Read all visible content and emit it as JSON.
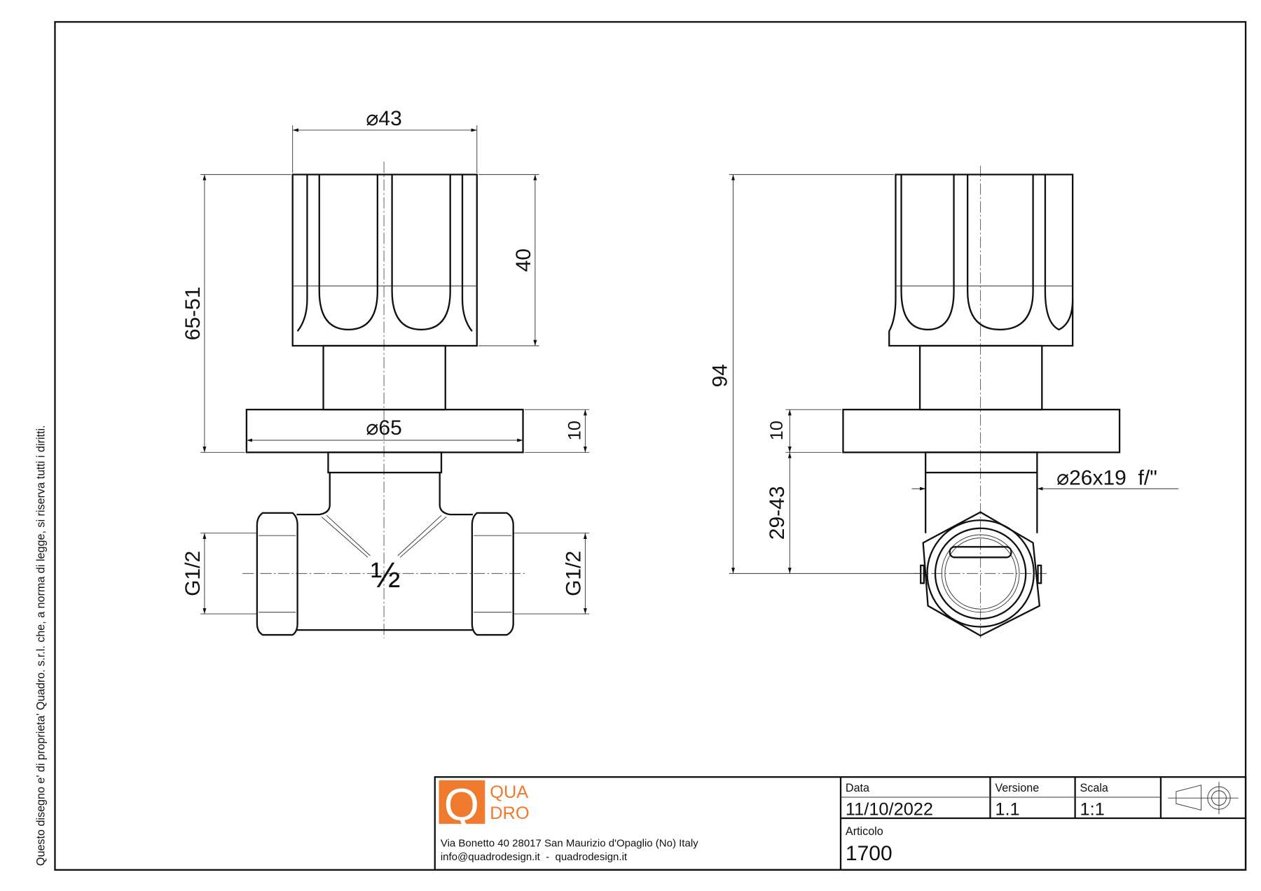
{
  "copyright_note": "Questo disegno e' di proprieta' Quadro. s.r.l. che, a norma di legge, si riserva tutti i diritti.",
  "dimensions": {
    "handle_diameter": "⌀43",
    "flange_diameter": "⌀65",
    "handle_height": "40",
    "overall_range": "65-51",
    "flange_thickness_left": "10",
    "thread_left": "G1/2",
    "thread_right": "G1/2",
    "port_size": "½",
    "total_height": "94",
    "flange_thickness_right": "10",
    "body_range": "29-43",
    "spindle": "⌀26x19  f/\""
  },
  "title_block": {
    "logo_top": "QUA",
    "logo_bottom": "DRO",
    "logo_letter": "Q",
    "address": "Via Bonetto 40  28017 San Maurizio d'Opaglio (No) Italy",
    "contact": "info@quadrodesign.it  -  quadrodesign.it",
    "date_label": "Data",
    "date_value": "11/10/2022",
    "version_label": "Versione",
    "version_value": "1.1",
    "scale_label": "Scala",
    "scale_value": "1:1",
    "article_label": "Articolo",
    "article_value": "1700"
  },
  "colors": {
    "brand": "#f07a2e"
  }
}
